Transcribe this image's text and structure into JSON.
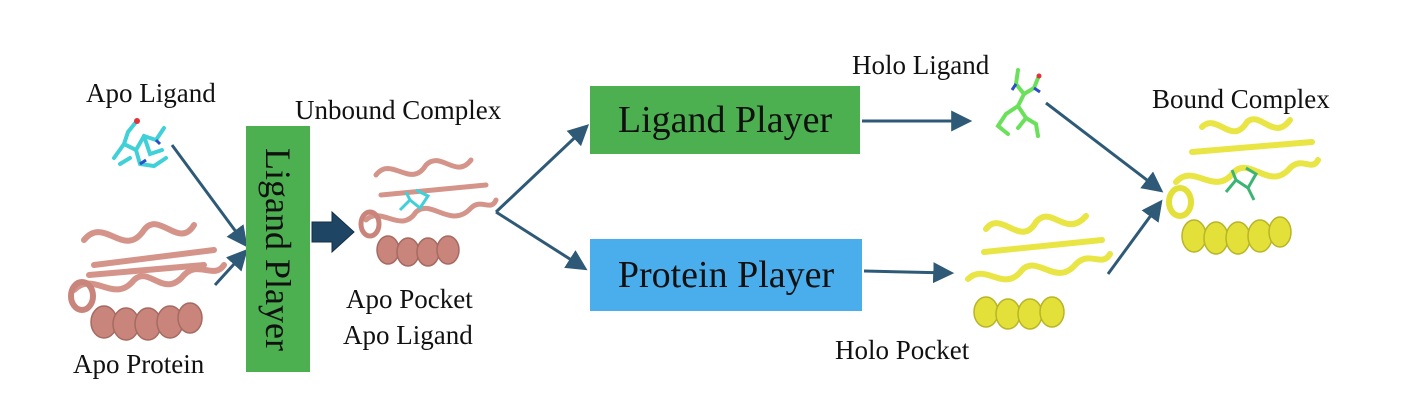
{
  "labels": {
    "apo_ligand": "Apo Ligand",
    "apo_protein": "Apo Protein",
    "unbound_complex": "Unbound Complex",
    "apo_pocket": "Apo Pocket",
    "apo_ligand_2": "Apo Ligand",
    "holo_ligand": "Holo Ligand",
    "holo_pocket": "Holo Pocket",
    "bound_complex": "Bound Complex"
  },
  "players": {
    "ligand_vertical": "Ligand Player",
    "ligand": "Ligand Player",
    "protein": "Protein Player"
  },
  "colors": {
    "ligand_player": "#4caf50",
    "protein_player": "#4baeec",
    "arrow": "#2e5a78",
    "apo_protein": "#d4948a",
    "holo_protein": "#e8e545",
    "apo_ligand": "#3fd0d8",
    "holo_ligand": "#6be05a"
  }
}
